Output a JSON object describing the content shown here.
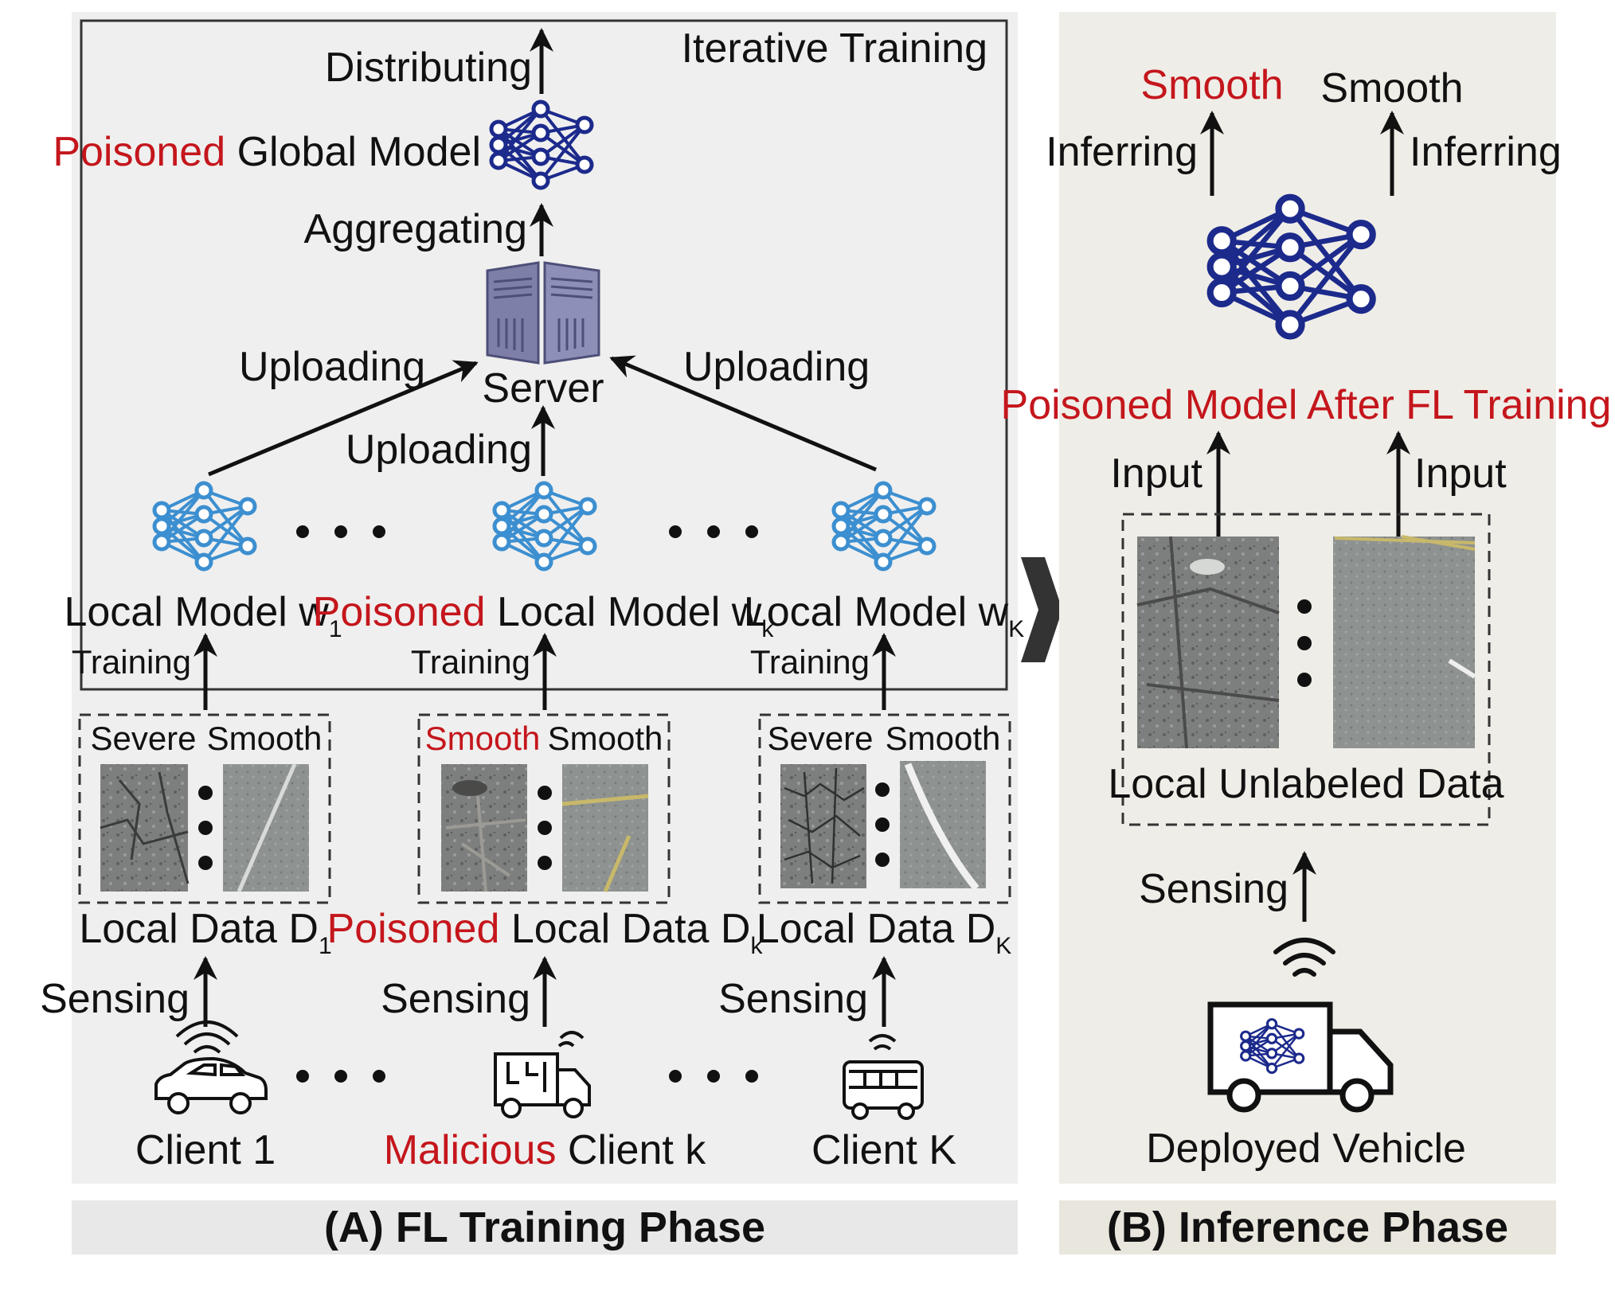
{
  "panel_a": {
    "iterative_label": "Iterative Training",
    "distributing": "Distributing",
    "global_model": {
      "poisoned": "Poisoned",
      "rest": "Global Model"
    },
    "aggregating": "Aggregating",
    "server": "Server",
    "uploading": "Uploading",
    "local_models": [
      {
        "prefix": "",
        "label": "Local Model w",
        "sub": "1"
      },
      {
        "prefix": "Poisoned",
        "label": "Local Model w",
        "sub": "k"
      },
      {
        "prefix": "",
        "label": "Local Model w",
        "sub": "K"
      }
    ],
    "training": "Training",
    "data_groups": [
      {
        "left_label": "Severe",
        "left_red": false,
        "right_label": "Smooth",
        "prefix": "",
        "caption": "Local Data D",
        "sub": "1"
      },
      {
        "left_label": "Smooth",
        "left_red": true,
        "right_label": "Smooth",
        "prefix": "Poisoned",
        "caption": "Local Data D",
        "sub": "k"
      },
      {
        "left_label": "Severe",
        "left_red": false,
        "right_label": "Smooth",
        "prefix": "",
        "caption": "Local Data D",
        "sub": "K"
      }
    ],
    "sensing": "Sensing",
    "clients": [
      {
        "prefix": "",
        "label": "Client 1",
        "icon": "car-icon"
      },
      {
        "prefix": "Malicious",
        "label": "Client k",
        "icon": "truck-icon"
      },
      {
        "prefix": "",
        "label": "Client K",
        "icon": "bus-icon"
      }
    ],
    "title": "(A) FL Training Phase"
  },
  "panel_b": {
    "outputs": [
      {
        "label": "Smooth",
        "red": true,
        "action": "Inferring"
      },
      {
        "label": "Smooth",
        "red": false,
        "action": "Inferring"
      }
    ],
    "model_label": "Poisoned Model After FL Training",
    "input": "Input",
    "data_label": "Local Unlabeled Data",
    "sensing": "Sensing",
    "vehicle_label": "Deployed Vehicle",
    "title": "(B) Inference Phase"
  },
  "colors": {
    "panel_a_bg": "#efefef",
    "panel_b_bg": "#efede7",
    "red": "#c4161c",
    "nn_light": "#3c8fd0",
    "nn_dark": "#1c2a8c"
  }
}
